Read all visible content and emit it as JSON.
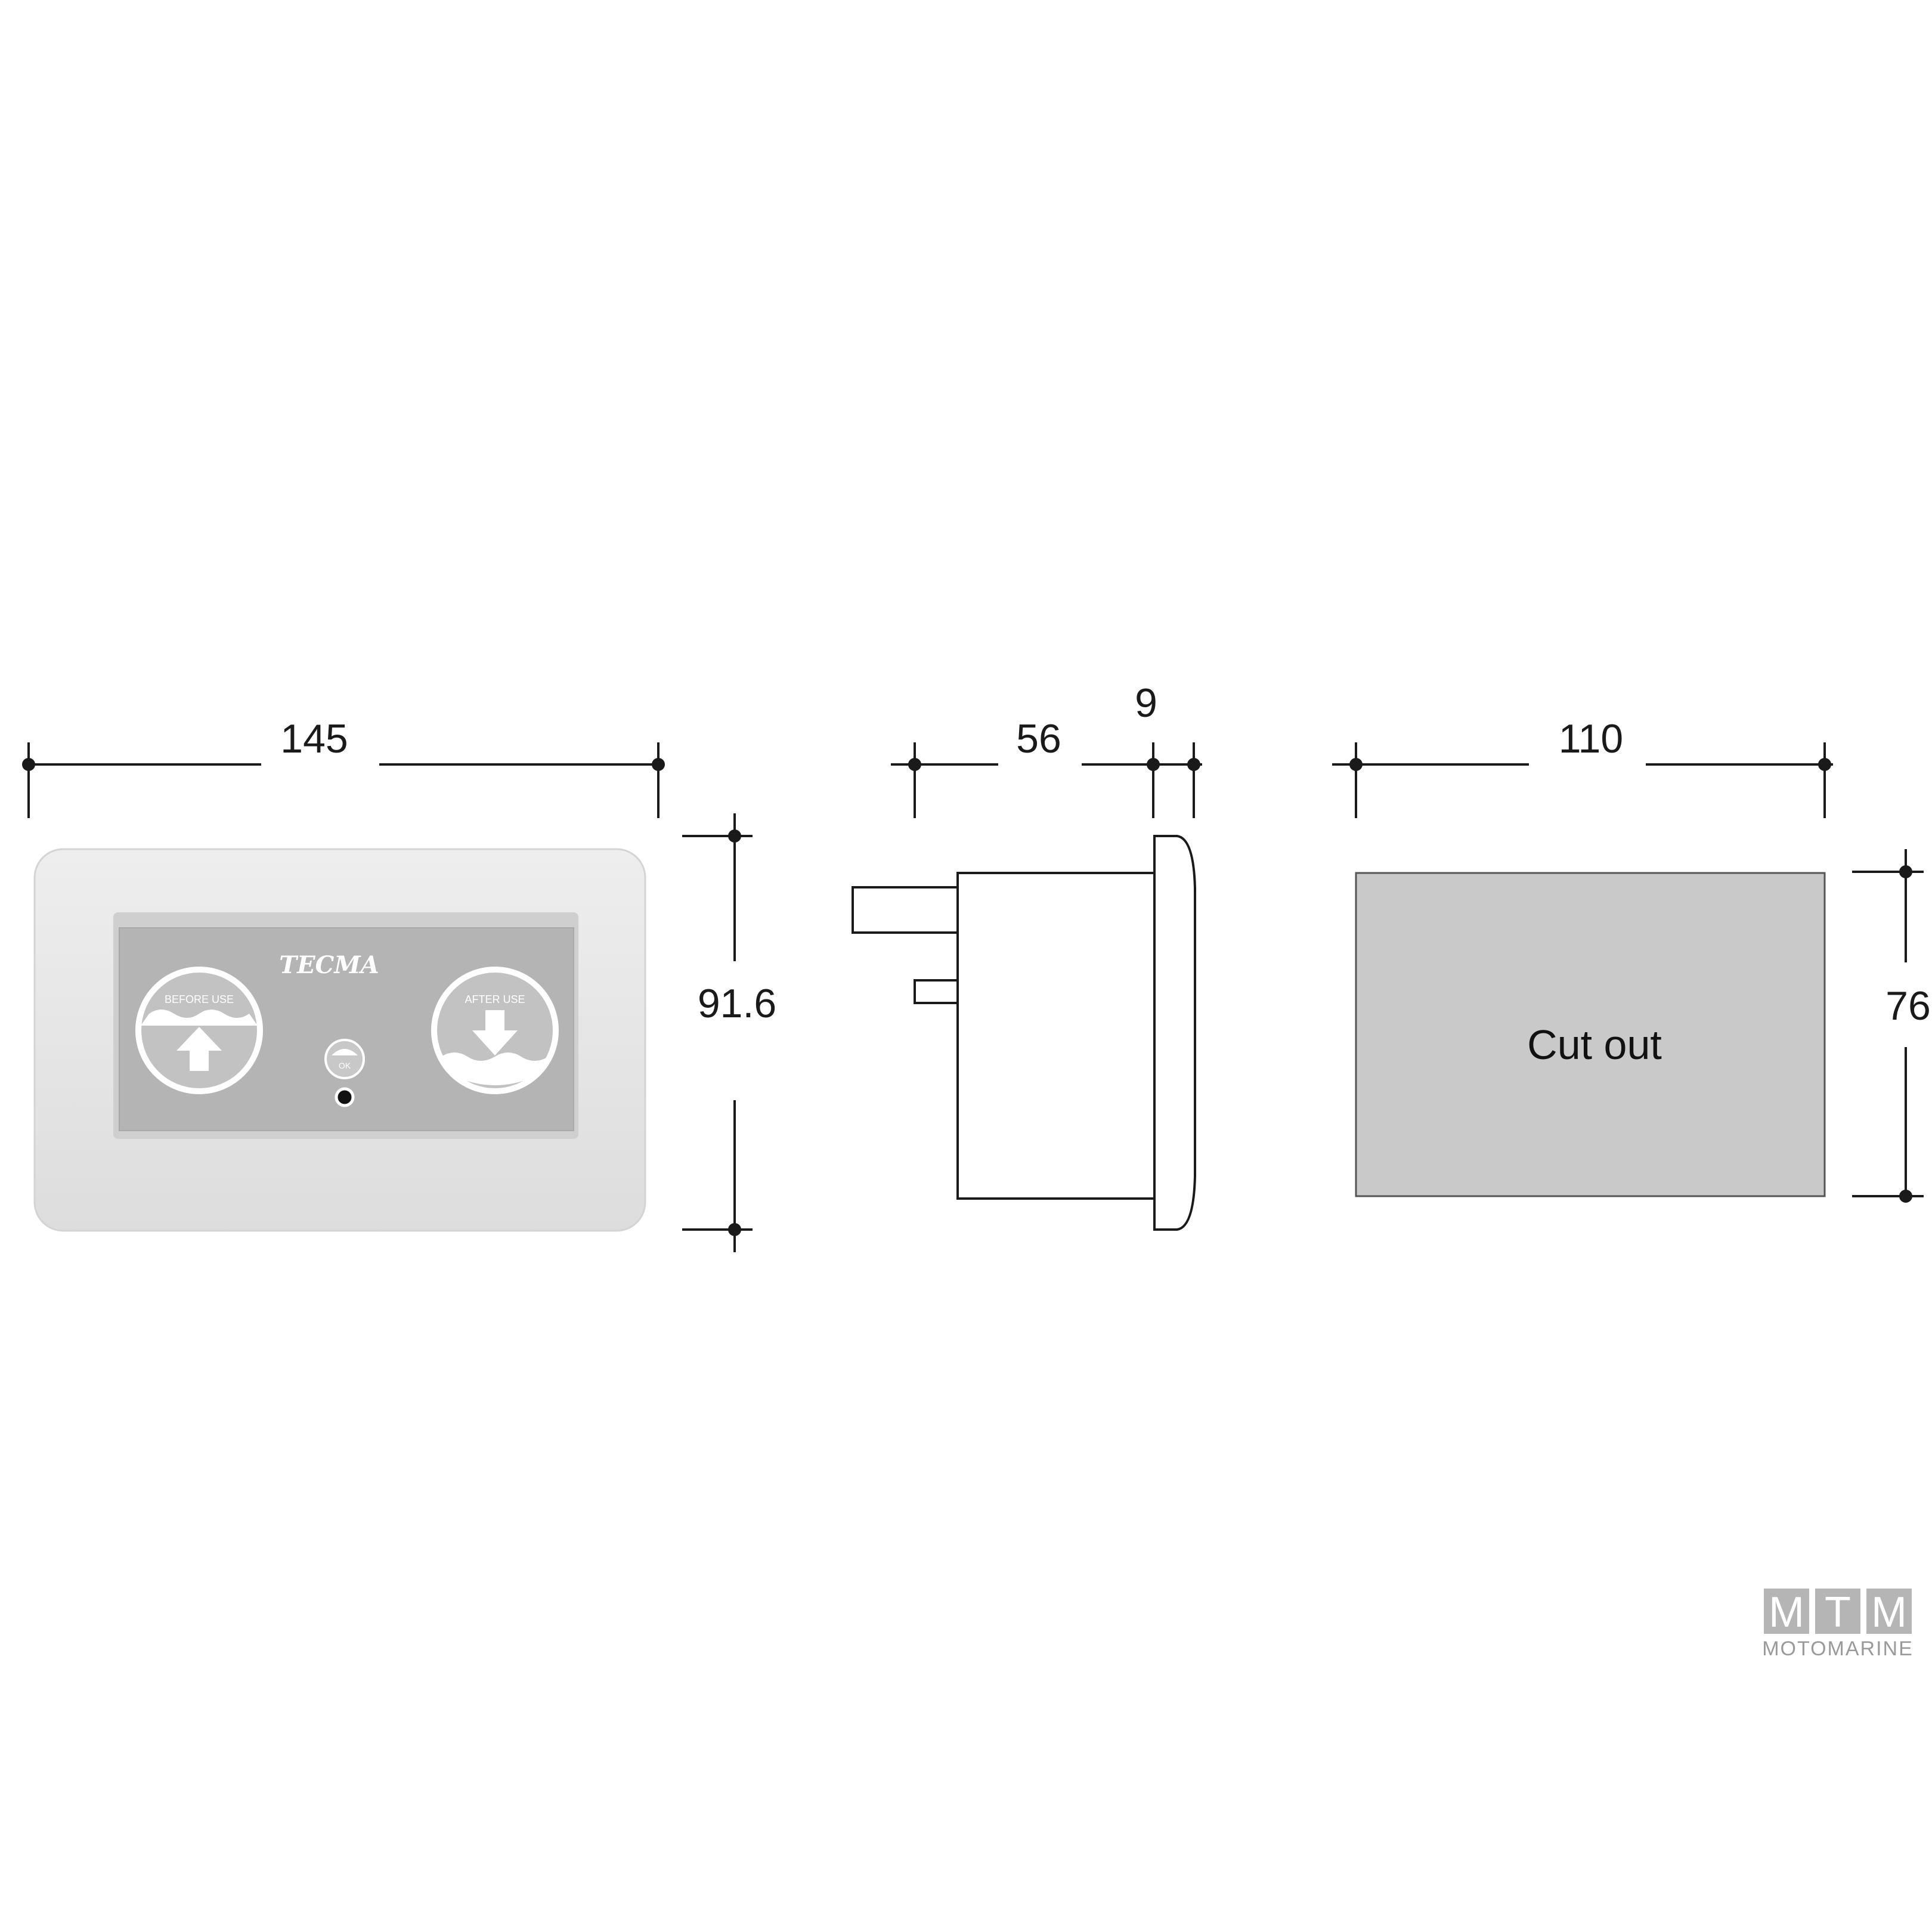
{
  "front_view": {
    "width_label": "145",
    "height_label": "91.6",
    "brand": "TECMA",
    "button_left": {
      "label": "BEFORE USE",
      "arrow": "up-arrow-icon"
    },
    "button_right": {
      "label": "AFTER USE",
      "arrow": "down-arrow-icon"
    },
    "indicator_label": "OK"
  },
  "side_view": {
    "depth_label": "56",
    "bezel_label": "9"
  },
  "cutout_view": {
    "width_label": "110",
    "height_label": "76",
    "label": "Cut out"
  },
  "logo": {
    "letters": [
      "M",
      "T",
      "M"
    ],
    "name": "MOTOMARINE"
  },
  "colors": {
    "line": "#1a1a1a",
    "panel_frame": "#e6e6e6",
    "panel_inner": "#b4b4b4",
    "cutout_fill": "#c9c9c9",
    "logo_box": "#b5b5b5"
  }
}
